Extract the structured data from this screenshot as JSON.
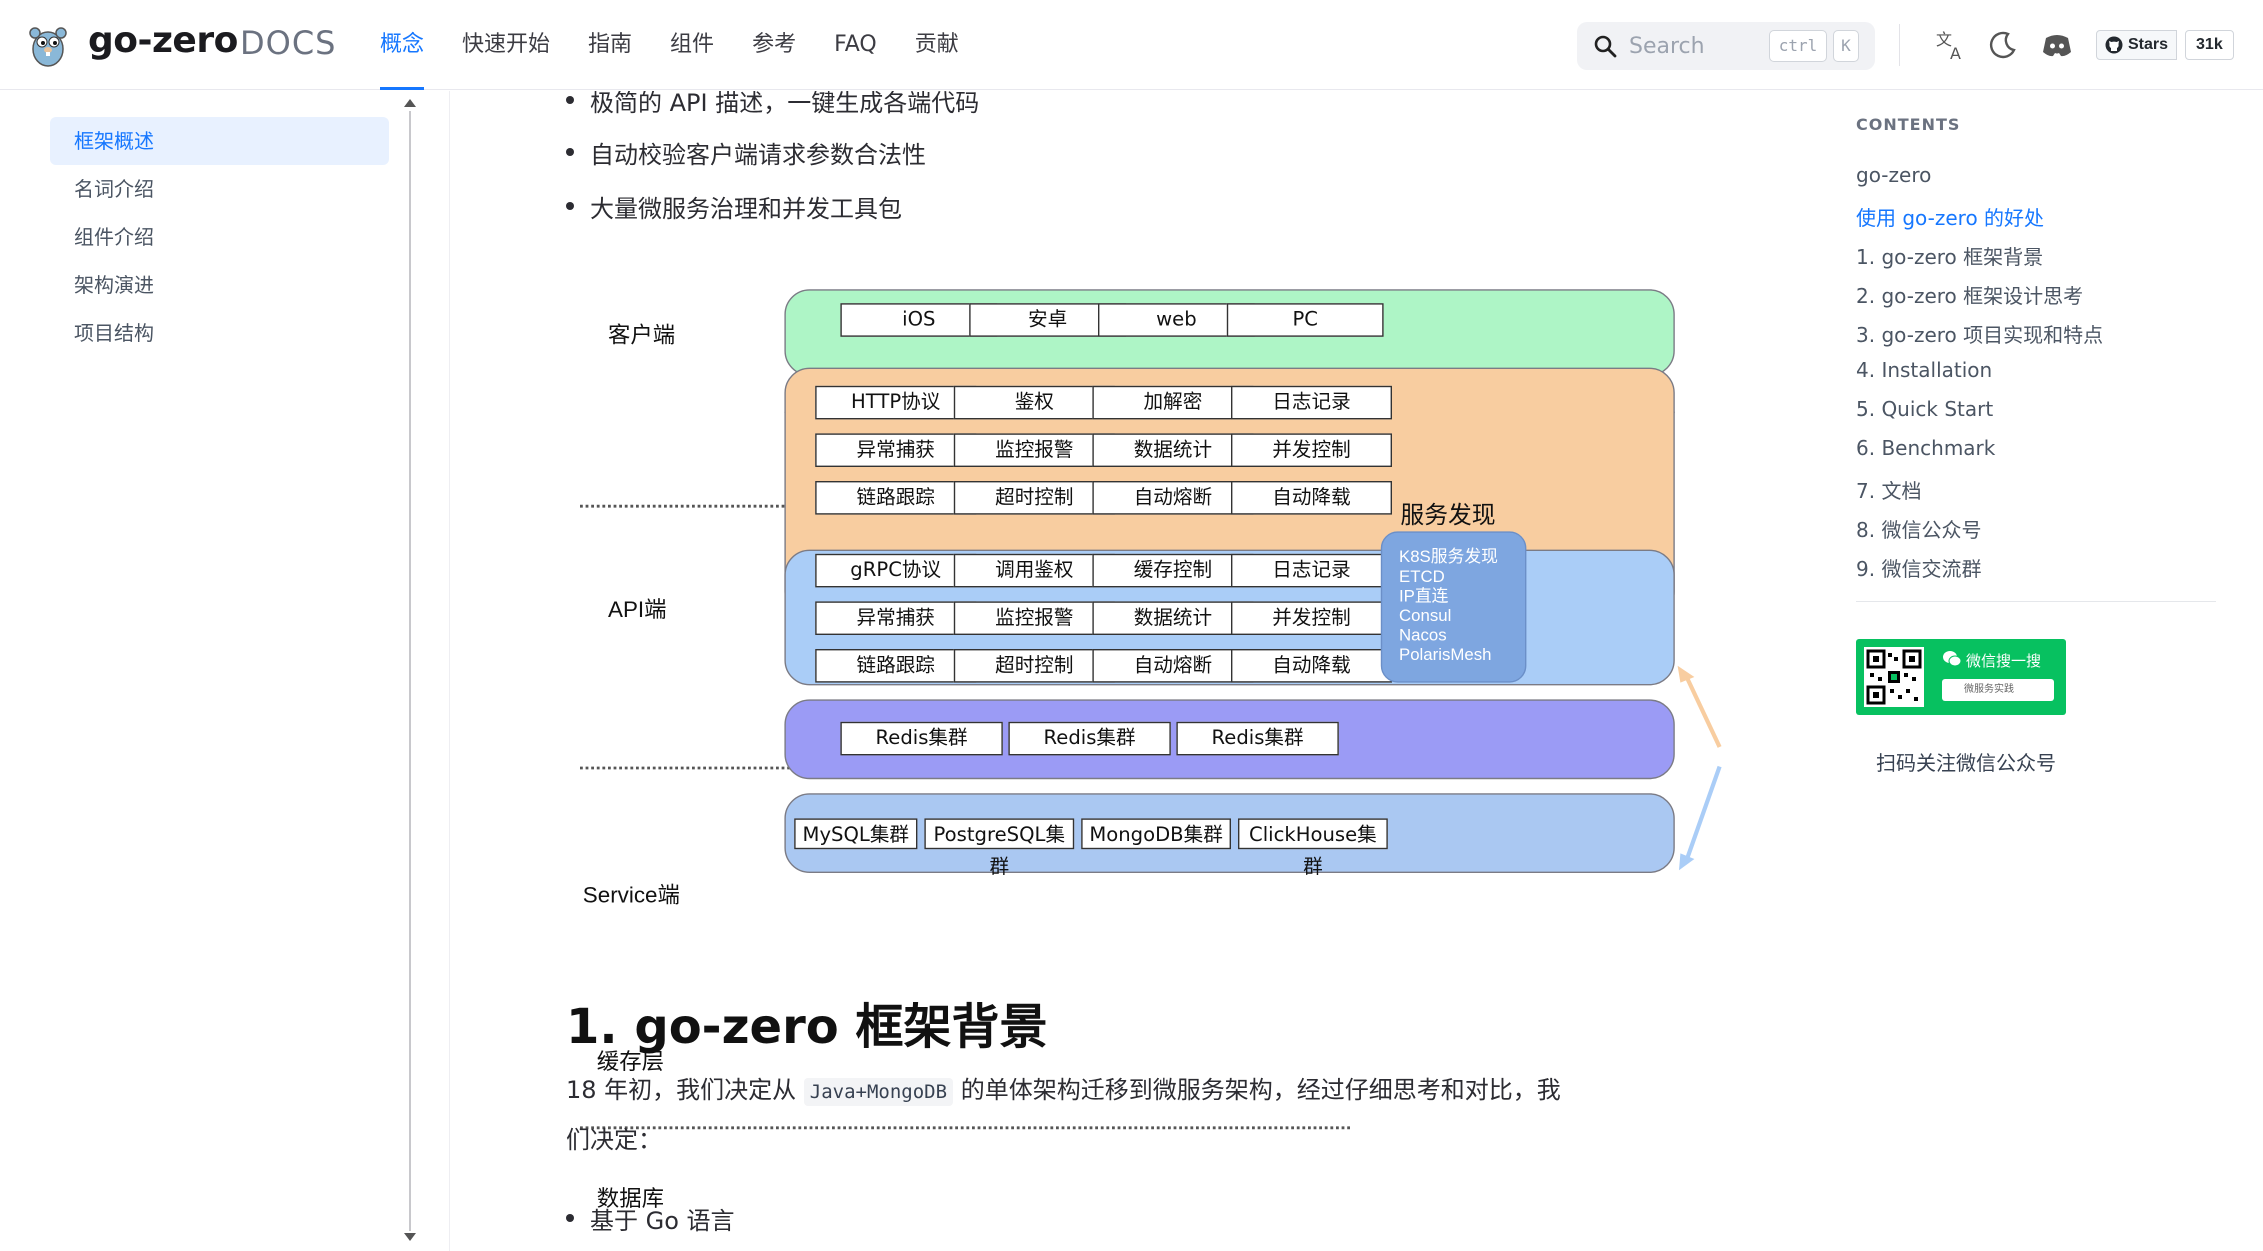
{
  "header": {
    "logo_text": "go-zero",
    "docs_label": "DOCS",
    "nav": [
      {
        "label": "概念",
        "active": true
      },
      {
        "label": "快速开始"
      },
      {
        "label": "指南"
      },
      {
        "label": "组件"
      },
      {
        "label": "参考"
      },
      {
        "label": "FAQ"
      },
      {
        "label": "贡献"
      }
    ],
    "search_placeholder": "Search",
    "search_kbd_1": "ctrl",
    "search_kbd_2": "K",
    "github_label": "Stars",
    "github_count": "31k",
    "icons": [
      "translate-icon",
      "moon-icon",
      "discord-icon",
      "github-icon"
    ]
  },
  "sidebar": {
    "items": [
      {
        "label": "框架概述",
        "active": true
      },
      {
        "label": "名词介绍"
      },
      {
        "label": "组件介绍"
      },
      {
        "label": "架构演进"
      },
      {
        "label": "项目结构"
      }
    ]
  },
  "content": {
    "bullets_top": [
      "极简的 API 描述，一键生成各端代码",
      "自动校验客户端请求参数合法性",
      "大量微服务治理和并发工具包"
    ],
    "diagram": {
      "layers": {
        "client": {
          "label": "客户端",
          "color": "#aef5c6",
          "boxes": [
            "iOS",
            "安卓",
            "web",
            "PC"
          ]
        },
        "api": {
          "label": "API端",
          "color": "#f8cda0",
          "rows": [
            [
              "HTTP协议",
              "鉴权",
              "加解密",
              "日志记录"
            ],
            [
              "异常捕获",
              "监控报警",
              "数据统计",
              "并发控制"
            ],
            [
              "链路跟踪",
              "超时控制",
              "自动熔断",
              "自动降载"
            ]
          ]
        },
        "service": {
          "label": "Service端",
          "color": "#aacdf7",
          "rows": [
            [
              "gRPC协议",
              "调用鉴权",
              "缓存控制",
              "日志记录"
            ],
            [
              "异常捕获",
              "监控报警",
              "数据统计",
              "并发控制"
            ],
            [
              "链路跟踪",
              "超时控制",
              "自动熔断",
              "自动降载"
            ]
          ]
        },
        "cache": {
          "label": "缓存层",
          "color": "#9b9bf5",
          "boxes": [
            "Redis集群",
            "Redis集群",
            "Redis集群"
          ]
        },
        "db": {
          "label": "数据库",
          "color": "#aac8f2",
          "boxes": [
            "MySQL集群",
            "PostgreSQL集群",
            "MongoDB集群",
            "ClickHouse集群"
          ]
        }
      },
      "discovery_title": "服务发现",
      "discovery_items": [
        "K8S服务发现",
        "ETCD",
        "IP直连",
        "Consul",
        "Nacos",
        "PolarisMesh"
      ]
    },
    "heading": "1. go-zero 框架背景",
    "para_before": "18 年初，我们决定从 ",
    "para_code": "Java+MongoDB",
    "para_after": " 的单体架构迁移到微服务架构，经过仔细思考和对比，我们决定：",
    "bullet_bottom": "基于 Go 语言"
  },
  "toc": {
    "title": "CONTENTS",
    "items": [
      {
        "label": "go-zero"
      },
      {
        "label": "使用 go-zero 的好处",
        "active": true
      },
      {
        "label": "1. go-zero 框架背景"
      },
      {
        "label": "2. go-zero 框架设计思考"
      },
      {
        "label": "3. go-zero 项目实现和特点"
      },
      {
        "label": "4. Installation"
      },
      {
        "label": "5. Quick Start"
      },
      {
        "label": "6. Benchmark"
      },
      {
        "label": "7. 文档"
      },
      {
        "label": "8. 微信公众号"
      },
      {
        "label": "9. 微信交流群"
      }
    ],
    "qr_banner_text": "微信搜一搜",
    "qr_search_text": "微服务实践",
    "qr_caption": "扫码关注微信公众号"
  }
}
